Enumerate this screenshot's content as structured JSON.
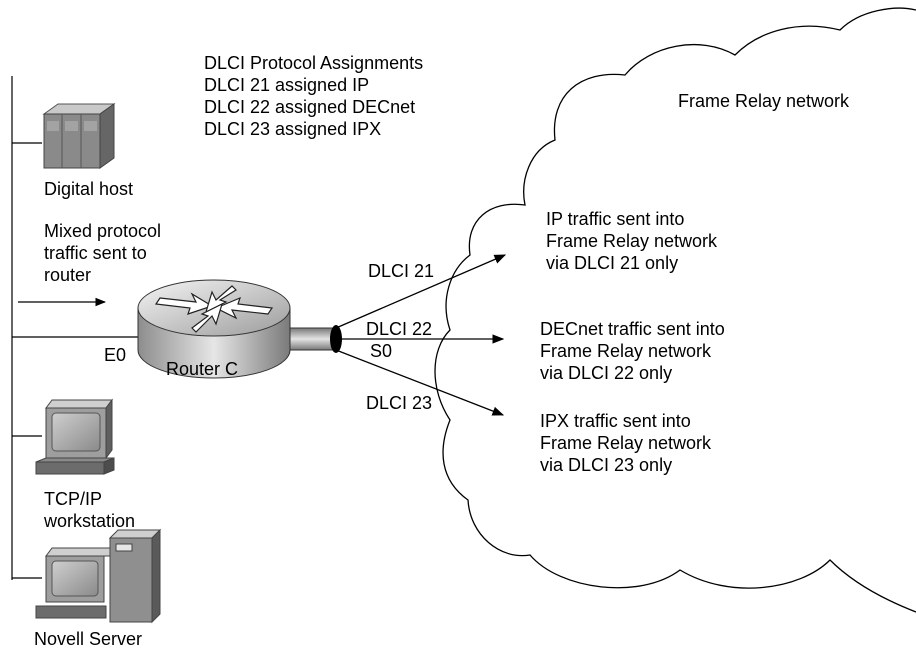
{
  "assignments": {
    "title": "DLCI Protocol Assignments",
    "lines": [
      "DLCI 21 assigned IP",
      "DLCI 22 assigned DECnet",
      "DLCI 23 assigned IPX"
    ]
  },
  "cloud": {
    "label": "Frame Relay network"
  },
  "devices": {
    "digital_host": "Digital host",
    "workstation": [
      "TCP/IP",
      "workstation"
    ],
    "novell_server": "Novell Server",
    "router": "Router C"
  },
  "incoming": {
    "lines": [
      "Mixed protocol",
      "traffic sent to",
      "router"
    ]
  },
  "interfaces": {
    "ethernet": "E0",
    "serial": "S0"
  },
  "links": [
    {
      "dlci": "DLCI 21",
      "description": [
        "IP traffic sent into",
        "Frame Relay network",
        "via DLCI 21 only"
      ]
    },
    {
      "dlci": "DLCI 22",
      "description": [
        "DECnet traffic sent into",
        "Frame Relay network",
        "via DLCI 22 only"
      ]
    },
    {
      "dlci": "DLCI 23",
      "description": [
        "IPX traffic sent into",
        "Frame Relay network",
        "via DLCI 23 only"
      ]
    }
  ]
}
